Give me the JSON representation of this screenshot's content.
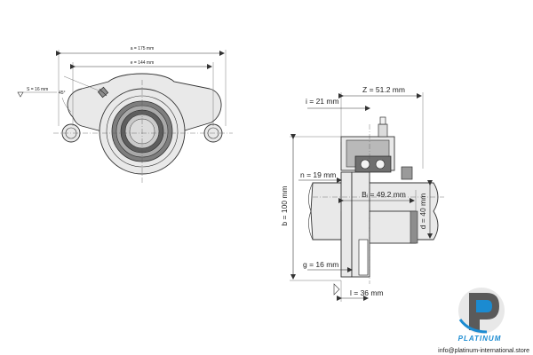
{
  "front_view": {
    "dim_a": "a = 175 mm",
    "dim_e": "e = 144 mm",
    "dim_s": "S = 16 mm",
    "angle": "45°"
  },
  "side_view": {
    "dim_z": "Z = 51.2 mm",
    "dim_i": "i = 21 mm",
    "dim_n": "n = 19 mm",
    "dim_bi": "Bᵢ = 49.2 mm",
    "dim_b": "b = 100 mm",
    "dim_d": "d = 40 mm",
    "dim_g": "g = 16 mm",
    "dim_l": "l = 36 mm"
  },
  "brand": {
    "name": "PLATINUM",
    "email": "info@platinum-international.store",
    "accent_color": "#1b8bd1"
  }
}
